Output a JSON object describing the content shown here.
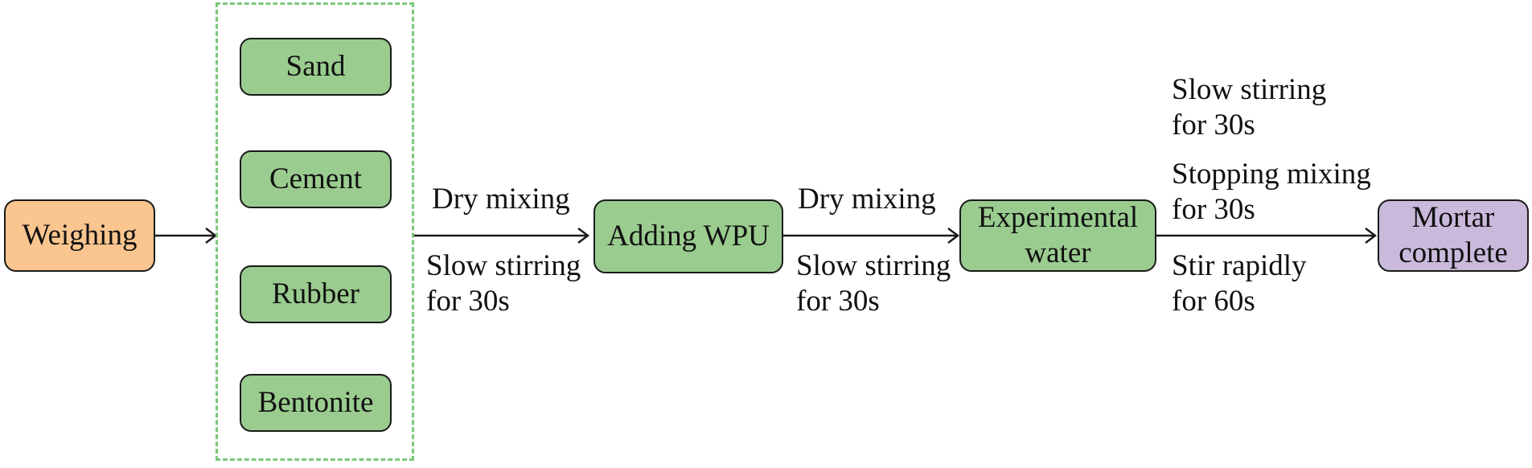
{
  "colors": {
    "background": "#FFFFFF",
    "weighing_fill": "#FAC58F",
    "process_fill": "#9ACC8F",
    "complete_fill": "#C9B9DB",
    "dashed_border": "#7CC87C",
    "node_border": "#1A1A1A",
    "arrow": "#1A1A1A",
    "text": "#111111"
  },
  "nodes": {
    "weighing": {
      "label": "Weighing"
    },
    "ingredients": [
      "Sand",
      "Cement",
      "Rubber",
      "Bentonite"
    ],
    "adding_wpu": {
      "label": "Adding WPU"
    },
    "experimental_water": {
      "line1": "Experimental",
      "line2": "water"
    },
    "mortar_complete": {
      "line1": "Mortar",
      "line2": "complete"
    }
  },
  "edge_labels": {
    "to_adding_wpu": {
      "above": "Dry mixing",
      "below": {
        "line1": "Slow stirring",
        "line2": "for 30s"
      }
    },
    "to_experimental_water": {
      "above": "Dry mixing",
      "below": {
        "line1": "Slow stirring",
        "line2": "for 30s"
      }
    },
    "to_mortar_complete": {
      "top": {
        "line1": "Slow stirring",
        "line2": "for 30s"
      },
      "middle": {
        "line1": "Stopping mixing",
        "line2": "for 30s"
      },
      "bottom": {
        "line1": "Stir rapidly",
        "line2": "for 60s"
      }
    }
  }
}
